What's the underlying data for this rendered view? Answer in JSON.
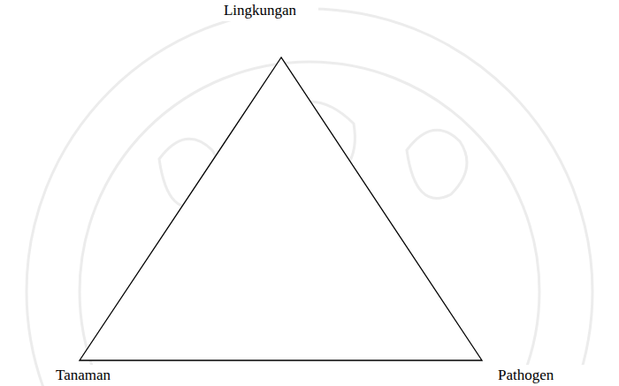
{
  "diagram": {
    "labels": [
      "Lingkungan",
      "Tanaman",
      "Pathogen"
    ]
  }
}
